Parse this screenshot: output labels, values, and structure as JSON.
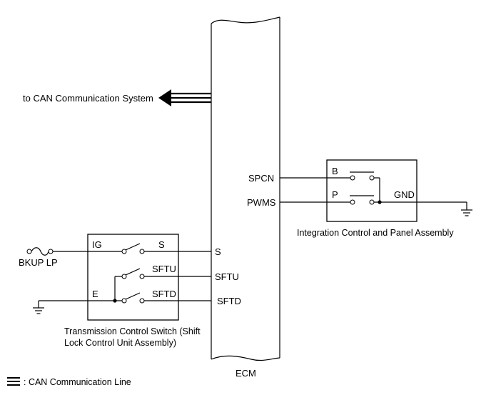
{
  "ecm": {
    "label": "ECM"
  },
  "can": {
    "arrow_label": "to CAN Communication System",
    "legend_label": ": CAN Communication Line"
  },
  "ecm_pins": {
    "s": "S",
    "sftu": "SFTU",
    "sftd": "SFTD",
    "spcn": "SPCN",
    "pwms": "PWMS"
  },
  "transmission_switch": {
    "name_line1": "Transmission Control Switch (Shift",
    "name_line2": "Lock Control Unit Assembly)",
    "terminals": {
      "ig": "IG",
      "s": "S",
      "e": "E",
      "sftu": "SFTU",
      "sftd": "SFTD"
    }
  },
  "panel_assembly": {
    "name": "Integration Control and Panel Assembly",
    "terminals": {
      "b": "B",
      "p": "P",
      "gnd": "GND"
    }
  },
  "power_source": {
    "label": "BKUP LP"
  },
  "icons": [
    "fuse-icon",
    "ground-icon",
    "switch-icon",
    "can-arrow-icon",
    "can-line-icon"
  ]
}
